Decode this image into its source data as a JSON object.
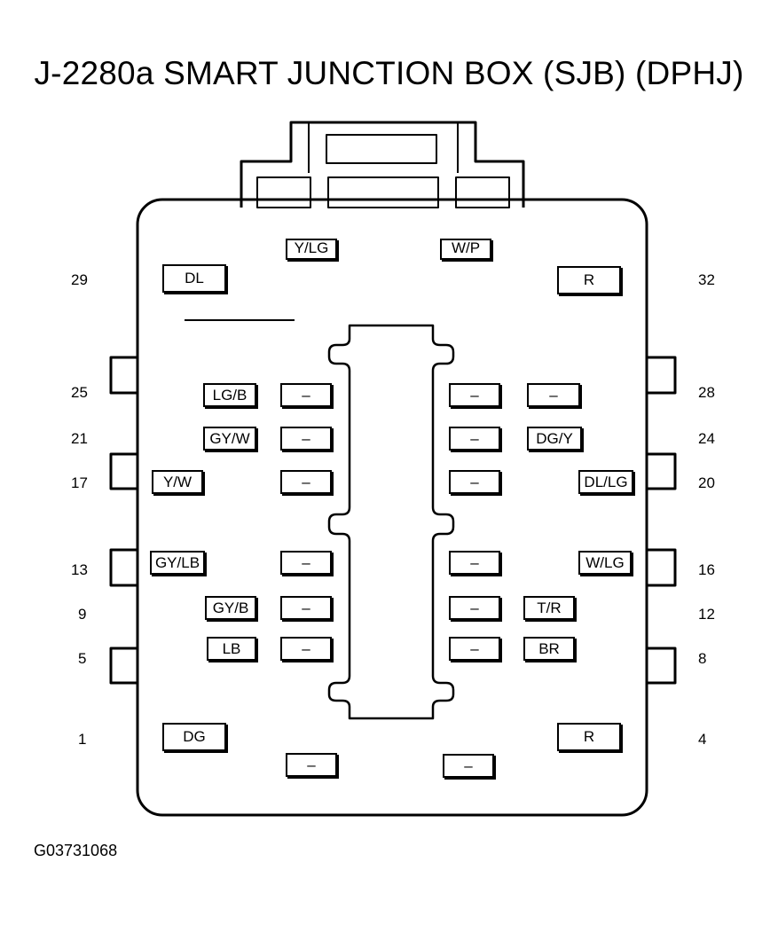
{
  "title": "J-2280a SMART JUNCTION BOX (SJB) (DPHJ)",
  "figure_id": "G03731068",
  "pins": {
    "p1": "1",
    "p4": "4",
    "p5": "5",
    "p8": "8",
    "p9": "9",
    "p12": "12",
    "p13": "13",
    "p16": "16",
    "p17": "17",
    "p20": "20",
    "p21": "21",
    "p24": "24",
    "p25": "25",
    "p28": "28",
    "p29": "29",
    "p32": "32"
  },
  "wires": {
    "top_left": "Y/LG",
    "top_right": "W/P",
    "pin29": "DL",
    "pin32": "R",
    "pin25": "LG/B",
    "r25_in": "–",
    "r28_in": "–",
    "pin28": "–",
    "pin21": "GY/W",
    "r21_in": "–",
    "r24_in": "–",
    "pin24": "DG/Y",
    "pin17": "Y/W",
    "r17_in": "–",
    "r20_in": "–",
    "pin20": "DL/LG",
    "pin13": "GY/LB",
    "r13_in": "–",
    "r16_in": "–",
    "pin16": "W/LG",
    "pin9": "GY/B",
    "r9_in": "–",
    "r12_in": "–",
    "pin12": "T/R",
    "pin5": "LB",
    "r5_in": "–",
    "r8_in": "–",
    "pin8": "BR",
    "pin1": "DG",
    "pin4": "R",
    "bottom_left": "–",
    "bottom_right": "–"
  }
}
